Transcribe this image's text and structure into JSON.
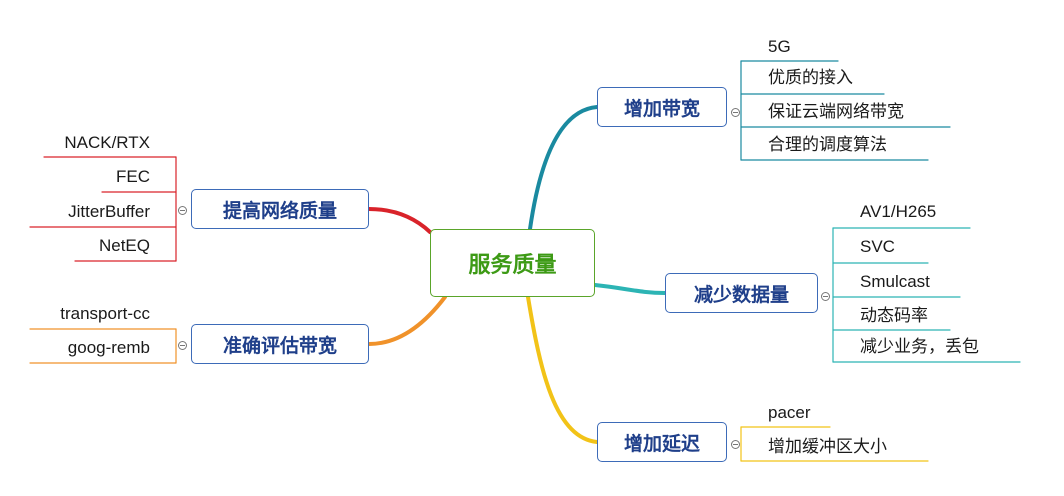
{
  "center": {
    "label": "服务质量"
  },
  "branches": [
    {
      "key": "bandwidth",
      "label": "增加带宽",
      "color": "#1a8aa0",
      "leaves": [
        "5G",
        "优质的接入",
        "保证云端网络带宽",
        "合理的调度算法"
      ]
    },
    {
      "key": "data",
      "label": "减少数据量",
      "color": "#2cb4b4",
      "leaves": [
        "AV1/H265",
        "SVC",
        "Smulcast",
        "动态码率",
        "减少业务，丢包"
      ]
    },
    {
      "key": "delay",
      "label": "增加延迟",
      "color": "#f2c318",
      "leaves": [
        "pacer",
        "增加缓冲区大小"
      ]
    },
    {
      "key": "network",
      "label": "提高网络质量",
      "color": "#d9232a",
      "leaves": [
        "NACK/RTX",
        "FEC",
        "JitterBuffer",
        "NetEQ"
      ]
    },
    {
      "key": "estimate",
      "label": "准确评估带宽",
      "color": "#f0922a",
      "leaves": [
        "transport-cc",
        "goog-remb"
      ]
    }
  ]
}
